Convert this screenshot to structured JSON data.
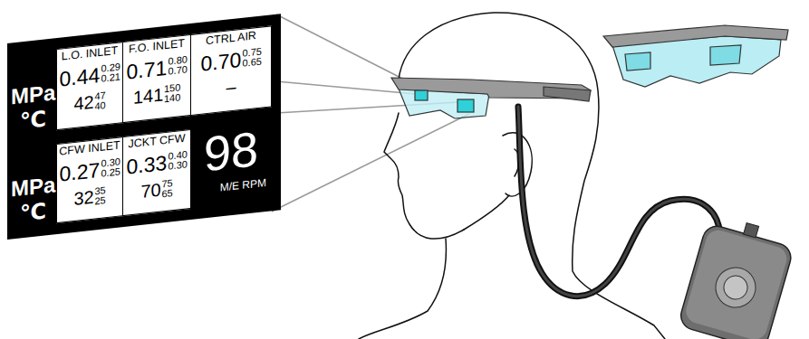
{
  "diagram": {
    "nodes": [
      {
        "text": [
          "MPa",
          "℃",
          "MPa",
          "℃"
        ]
      },
      {
        "text": [
          "L.O. INLET",
          "0.44",
          "0.29",
          "0.21",
          "42",
          "47",
          "40"
        ],
        "in": 0
      },
      {
        "text": [
          "F.O. INLET",
          "0.71",
          "0.80",
          "0.70",
          "141",
          "150",
          "140"
        ],
        "in": 0
      },
      {
        "text": [
          "CTRL AIR",
          "0.70",
          "0.75",
          "0.65",
          "–"
        ],
        "in": 0
      },
      {
        "text": [
          "CFW INLET",
          "0.27",
          "0.30",
          "0.25",
          "32",
          "35",
          "25"
        ],
        "in": 0
      },
      {
        "text": [
          "JCKT CFW",
          "0.33",
          "0.40",
          "0.30",
          "70",
          "75",
          "65"
        ],
        "in": 0
      },
      {
        "text": [
          "98",
          "M/E RPM"
        ],
        "in": 0
      }
    ]
  }
}
